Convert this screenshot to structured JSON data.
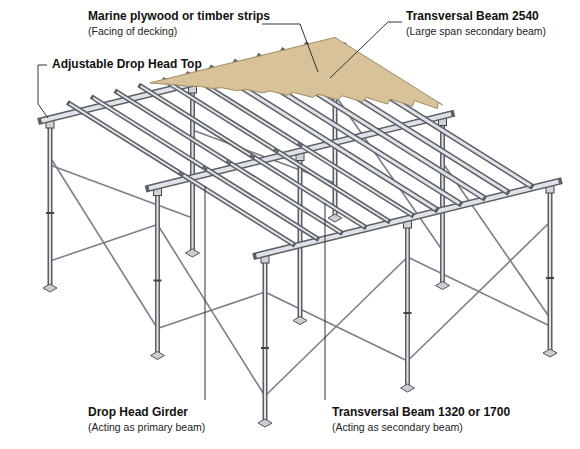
{
  "diagram": {
    "labels": [
      "Marine plywood or timber strips",
      "(Facing of decking)",
      "Transversal Beam 2540",
      "(Large span secondary beam)",
      "Adjustable Drop Head Top",
      "Drop Head Girder",
      "(Acting as primary beam)",
      "Transversal Beam 1320 or 1700",
      "(Acting as secondary beam)"
    ]
  }
}
